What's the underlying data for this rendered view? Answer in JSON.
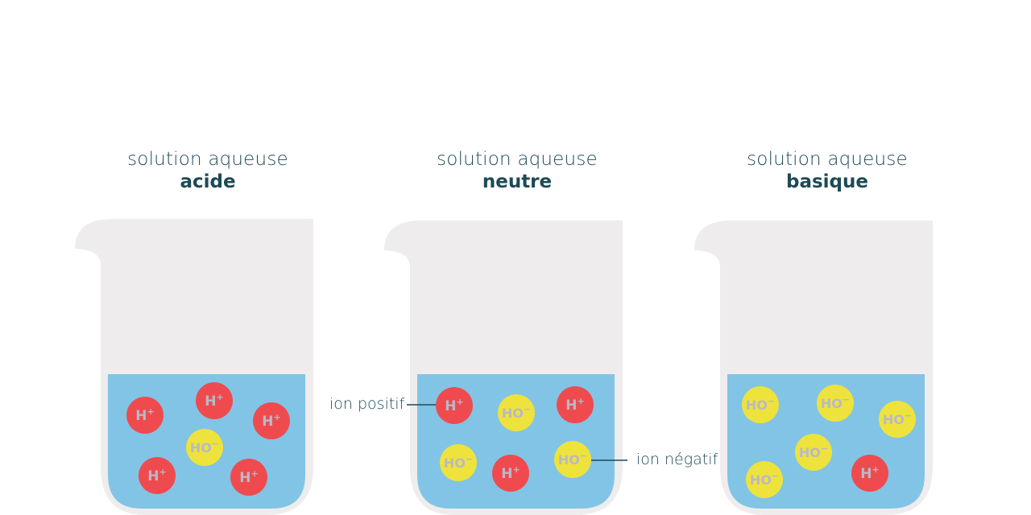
{
  "beakers": [
    {
      "title_line1": "solution aqueuse",
      "title_line2": "acide",
      "ions": [
        {
          "label": "H",
          "charge": "+",
          "type": "positive"
        },
        {
          "label": "H",
          "charge": "+",
          "type": "positive"
        },
        {
          "label": "H",
          "charge": "+",
          "type": "positive"
        },
        {
          "label": "HO",
          "charge": "−",
          "type": "negative"
        },
        {
          "label": "H",
          "charge": "+",
          "type": "positive"
        },
        {
          "label": "H",
          "charge": "+",
          "type": "positive"
        }
      ]
    },
    {
      "title_line1": "solution aqueuse",
      "title_line2": "neutre",
      "ions": [
        {
          "label": "H",
          "charge": "+",
          "type": "positive"
        },
        {
          "label": "HO",
          "charge": "−",
          "type": "negative"
        },
        {
          "label": "H",
          "charge": "+",
          "type": "positive"
        },
        {
          "label": "HO",
          "charge": "−",
          "type": "negative"
        },
        {
          "label": "H",
          "charge": "+",
          "type": "positive"
        },
        {
          "label": "HO",
          "charge": "−",
          "type": "negative"
        }
      ]
    },
    {
      "title_line1": "solution aqueuse",
      "title_line2": "basique",
      "ions": [
        {
          "label": "HO",
          "charge": "−",
          "type": "negative"
        },
        {
          "label": "HO",
          "charge": "−",
          "type": "negative"
        },
        {
          "label": "HO",
          "charge": "−",
          "type": "negative"
        },
        {
          "label": "HO",
          "charge": "−",
          "type": "negative"
        },
        {
          "label": "H",
          "charge": "+",
          "type": "positive"
        },
        {
          "label": "HO",
          "charge": "−",
          "type": "negative"
        }
      ]
    }
  ],
  "annotations": {
    "positive_ion": "ion positif",
    "negative_ion": "ion négatif"
  },
  "colors": {
    "positive_ion": "#ef4b4f",
    "negative_ion": "#eee23c",
    "solution": "#82c4e6",
    "beaker": "#eeecec",
    "ion_text": "#b9b9c6",
    "title": "#1d4a57"
  }
}
